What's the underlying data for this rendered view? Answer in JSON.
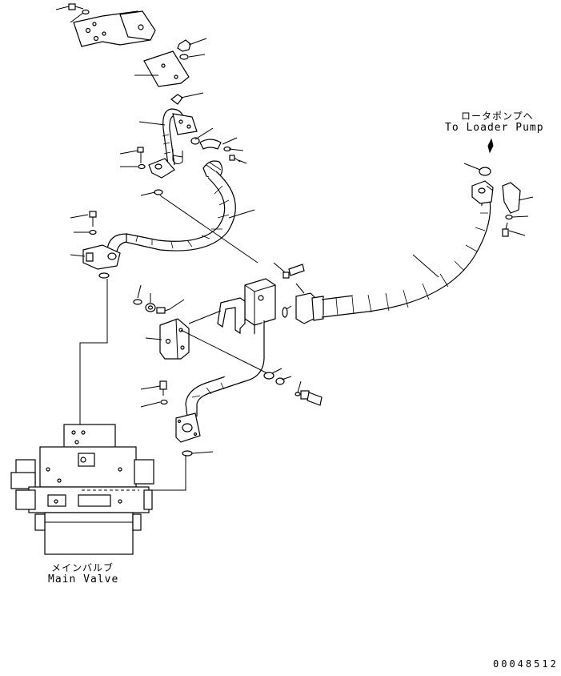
{
  "labels": {
    "loader_pump_jp": "ロータポンプヘ",
    "loader_pump_en": "To Loader Pump",
    "main_valve_jp": "メインバルブ",
    "main_valve_en": "Main Valve",
    "drawing_number": "00048512"
  }
}
